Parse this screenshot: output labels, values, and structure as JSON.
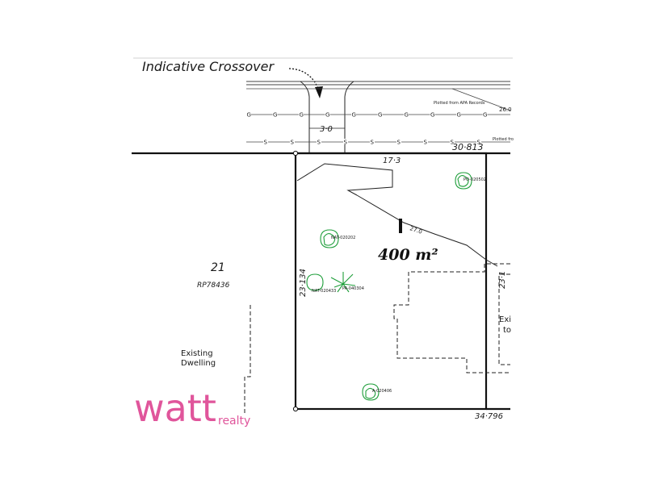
{
  "plan": {
    "crossover_label": "Indicative Crossover",
    "crossover_width": "3·0",
    "gas_marker": "G",
    "sewer_marker": "S",
    "apa_note": "Plotted from APA Records",
    "apa_note_cut": "Plotted fro",
    "contour_top": "26.0",
    "contour_mid": "27.0",
    "dim_top": "30·813",
    "dim_frontage": "17·3",
    "dim_left": "23·134",
    "dim_right": "23·1",
    "dim_bottom": "34·796",
    "area": "400 m²",
    "lot_number": "21",
    "lot_plan": "RP78436",
    "existing_left_1": "Existing",
    "existing_left_2": "Dwelling",
    "existing_right_1": "Exi",
    "existing_right_2": "to",
    "trees": [
      {
        "label": "PO-020502"
      },
      {
        "label": "NAT-020202"
      },
      {
        "label": "NAT-020433"
      },
      {
        "label": "PA-040304"
      },
      {
        "label": "A-020406"
      }
    ]
  },
  "branding": {
    "logo_main": "watt",
    "logo_sub": "realty",
    "logo_color": "#e0559b"
  }
}
